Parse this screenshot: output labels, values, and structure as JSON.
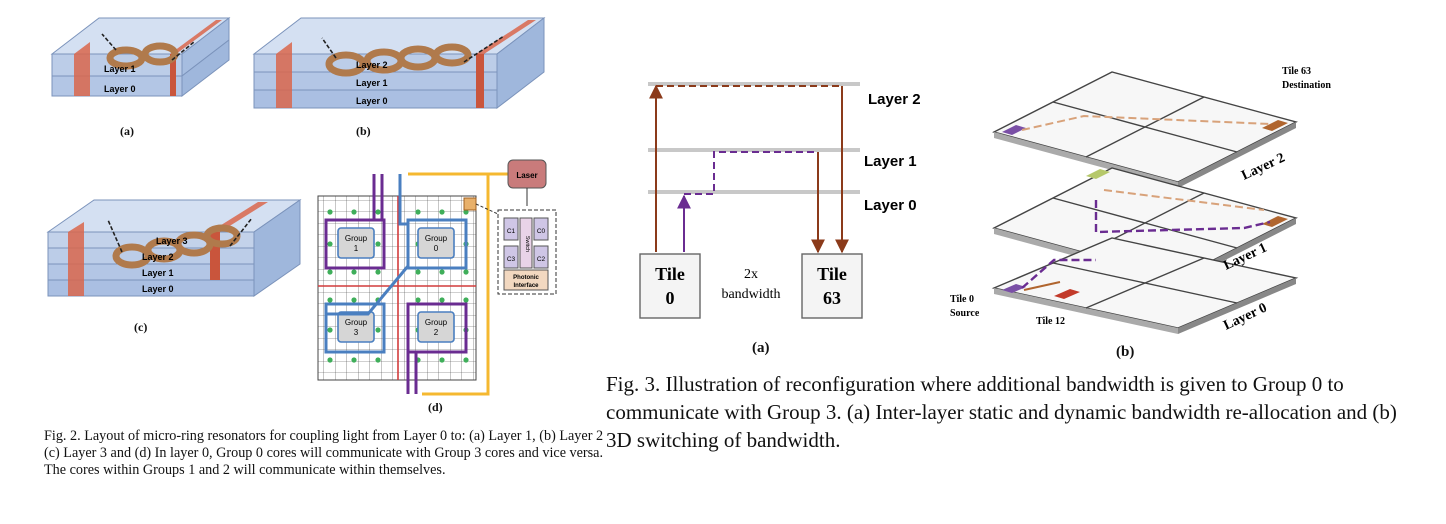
{
  "fig2": {
    "panel_a": {
      "label": "(a)",
      "layers": [
        "Layer 1",
        "Layer 0"
      ]
    },
    "panel_b": {
      "label": "(b)",
      "layers": [
        "Layer 2",
        "Layer 1",
        "Layer 0"
      ]
    },
    "panel_c": {
      "label": "(c)",
      "layers": [
        "Layer 3",
        "Layer 2",
        "Layer 1",
        "Layer 0"
      ]
    },
    "panel_d": {
      "label": "(d)",
      "laser": "Laser",
      "groups": [
        "Group\n1",
        "Group\n0",
        "Group\n3",
        "Group\n2"
      ],
      "cores": [
        "C1",
        "C0",
        "C3",
        "C2"
      ],
      "switch": "Switch",
      "photonic_interface": "Photonic\nInterface"
    },
    "caption": "Fig. 2.   Layout of micro-ring resonators for coupling light from Layer 0 to: (a) Layer 1, (b) Layer 2 (c) Layer 3 and (d) In layer 0, Group 0 cores will communicate with Group 3 cores and vice versa. The cores within Groups 1 and 2 will communicate within themselves."
  },
  "fig3": {
    "panel_a": {
      "label": "(a)",
      "layers": [
        "Layer 2",
        "Layer 1",
        "Layer 0"
      ],
      "tile_left_1": "Tile",
      "tile_left_2": "0",
      "tile_right_1": "Tile",
      "tile_right_2": "63",
      "bw_1": "2x",
      "bw_2": "bandwidth"
    },
    "panel_b": {
      "label": "(b)",
      "dest_1": "Tile 63",
      "dest_2": "Destination",
      "src_1": "Tile 0",
      "src_2": "Source",
      "tile12": "Tile 12",
      "layers": [
        "Layer 2",
        "Layer 1",
        "Layer 0"
      ]
    },
    "caption": "Fig. 3.   Illustration of reconfiguration where additional bandwidth is given to Group 0 to communicate with Group 3. (a) Inter-layer static and dynamic bandwidth re-allocation and (b) 3D switching of bandwidth."
  },
  "colors": {
    "brown": "#8b3a1a",
    "purple": "#6a2c91",
    "grey_line": "#c8c8c8",
    "slab": "#b9cbe6",
    "waveguide": "#d9664c",
    "ring": "#c08a5c",
    "laser": "#c97b7b",
    "yellow": "#f5b830",
    "green_dot": "#3fae5a",
    "blue_box": "#4a7fc0"
  }
}
